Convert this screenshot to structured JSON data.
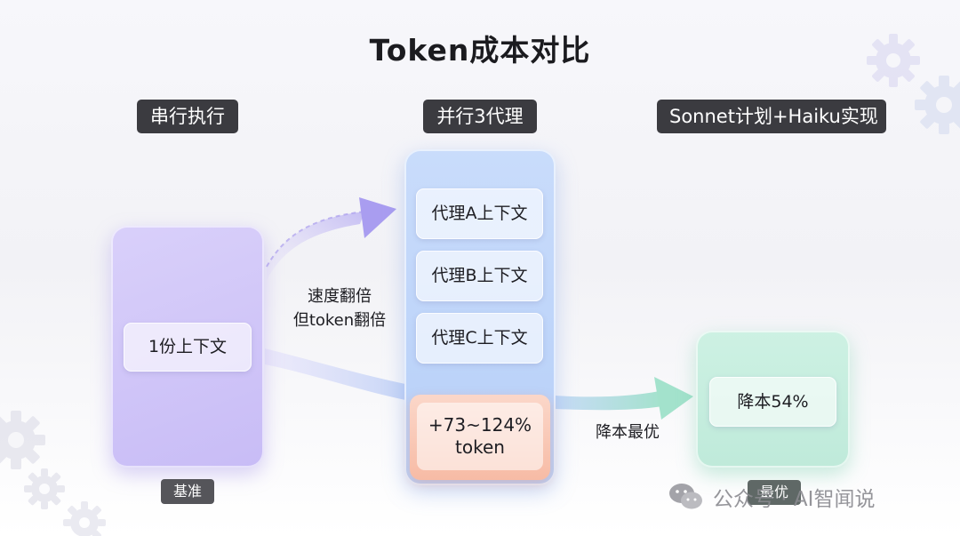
{
  "title": "Token成本对比",
  "columns": {
    "serial": {
      "label": "串行执行",
      "context": "1份上下文",
      "tag": "基准"
    },
    "parallel": {
      "label": "并行3代理",
      "agents": [
        "代理A上下文",
        "代理B上下文",
        "代理C上下文"
      ],
      "cost_line1": "+73~124%",
      "cost_line2": "token"
    },
    "optimal": {
      "label": "Sonnet计划+Haiku实现",
      "saving": "降本54%",
      "tag": "最优"
    }
  },
  "annotations": {
    "speed_line1": "速度翻倍",
    "speed_line2": "但token翻倍",
    "best": "降本最优"
  },
  "watermark": {
    "text": "公众号 · AI智闻说"
  },
  "colors": {
    "serial": "#c8bcf6",
    "parallel": "#b6cff8",
    "cost": "#f7bba5",
    "optimal": "#bfeada",
    "label_bg": "#3b3b40"
  }
}
